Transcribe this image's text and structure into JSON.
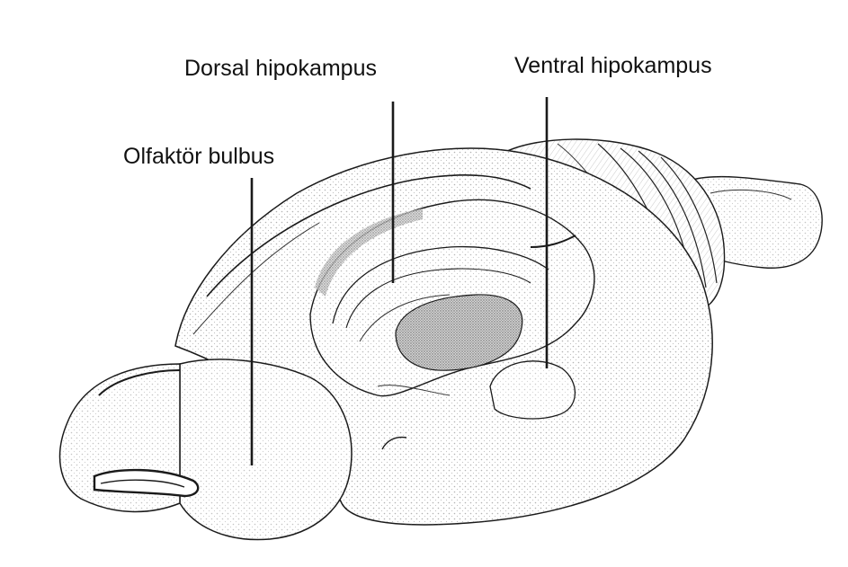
{
  "labels": {
    "dorsal_hippocampus": "Dorsal hipokampus",
    "ventral_hippocampus": "Ventral hipokampus",
    "olfactory_bulb": "Olfaktör bulbus"
  },
  "colors": {
    "ink": "#1a1a1a",
    "stipple": "#9a9a9a",
    "background": "#ffffff"
  }
}
